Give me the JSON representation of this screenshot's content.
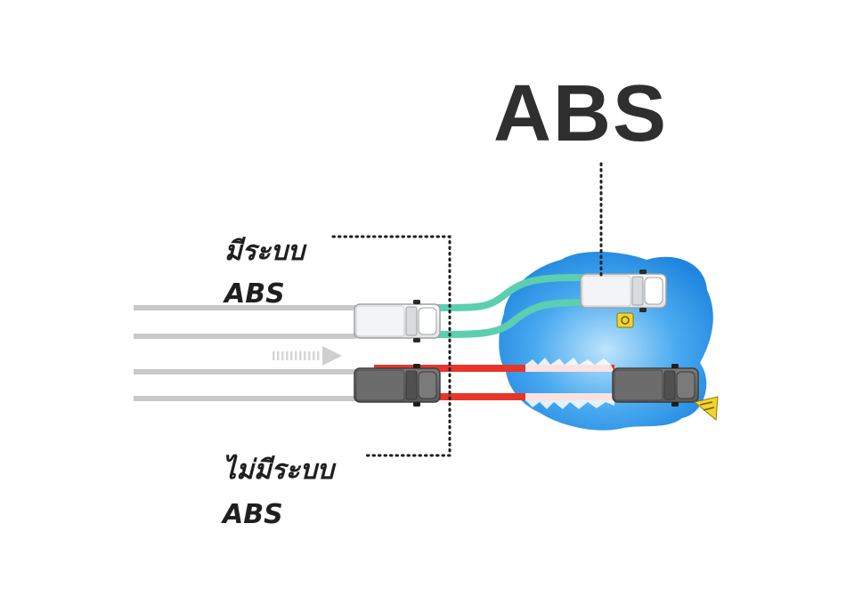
{
  "diagram": {
    "title": "ABS",
    "with_abs": {
      "line1": "มีระบบ",
      "line2": "ABS"
    },
    "without_abs": {
      "line1": "ไม่มีระบบ",
      "line2": "ABS"
    }
  },
  "colors": {
    "ink": "#2f2f2f",
    "water": "#1f8ee6",
    "water_light": "#7cc4f5",
    "abs_track": "#5ccfb0",
    "no_abs_track": "#e8352a",
    "road": "#c7c9cb",
    "cone": "#f3d52a"
  },
  "icons": {
    "arrow": "direction-arrow-icon",
    "cone": "traffic-cone-icon",
    "sign": "warning-sign-icon"
  }
}
